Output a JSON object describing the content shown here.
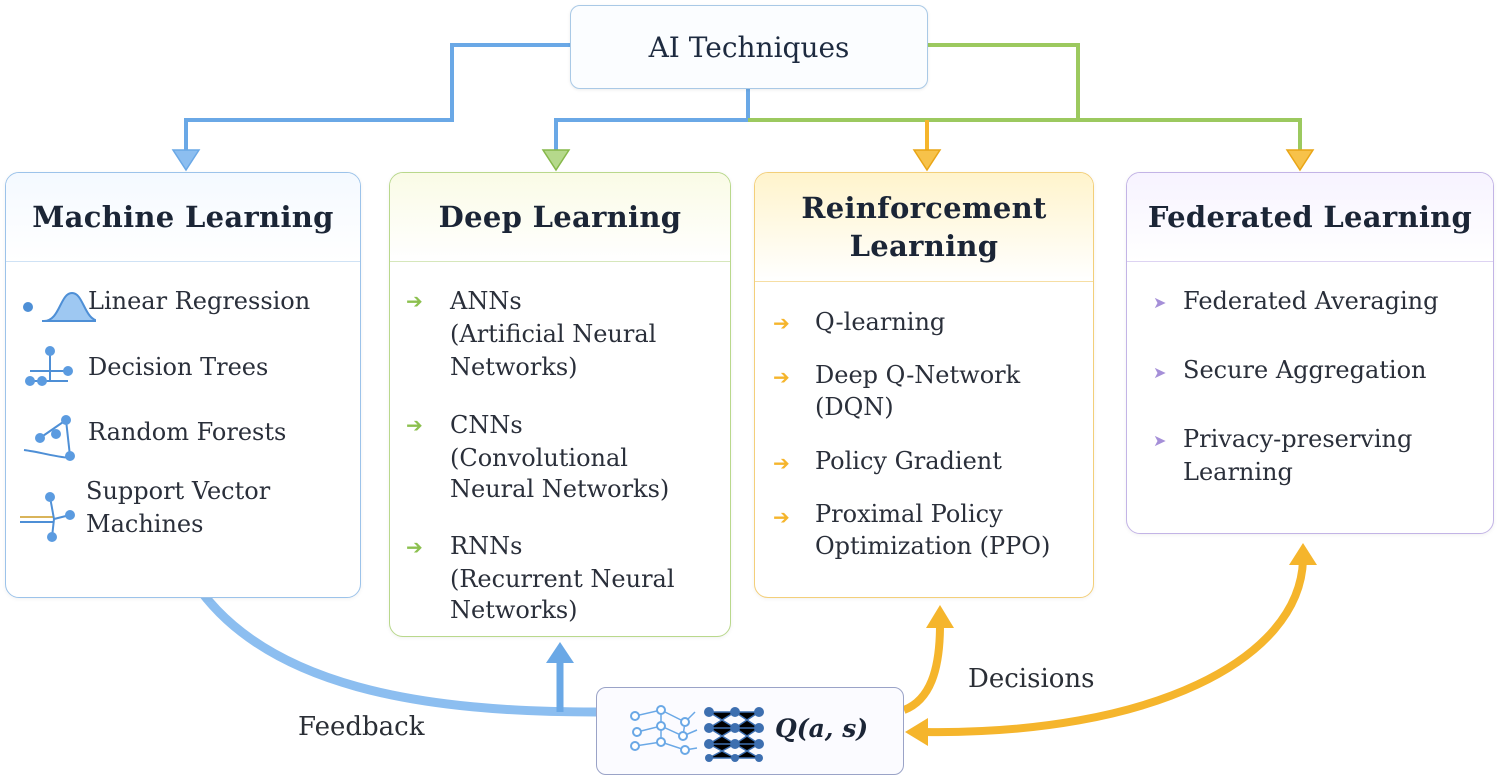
{
  "root": {
    "title": "AI Techniques"
  },
  "columns": [
    {
      "title": "Machine Learning",
      "items": [
        "Linear Regression",
        "Decision Trees",
        "Random Forests",
        "Support Vector",
        "Machines"
      ]
    },
    {
      "title": "Deep Learning",
      "items": [
        [
          "ANNs",
          "(Artificial Neural",
          "Networks)"
        ],
        [
          "CNNs",
          "(Convolutional",
          "Neural Networks)"
        ],
        [
          "RNNs",
          "(Recurrent Neural",
          "Networks)"
        ]
      ]
    },
    {
      "title_lines": [
        "Reinforcement",
        "Learning"
      ],
      "items": [
        [
          "Q-learning"
        ],
        [
          "Deep Q-Network",
          "(DQN)"
        ],
        [
          "Policy Gradient"
        ],
        [
          "Proximal Policy",
          "Optimization (PPO)"
        ]
      ]
    },
    {
      "title": "Federated Learning",
      "items": [
        [
          "Federated Averaging"
        ],
        [
          "Secure Aggregation"
        ],
        [
          "Privacy-preserving",
          "Learning"
        ]
      ]
    }
  ],
  "labels": {
    "feedback": "Feedback",
    "decisions": "Decisions"
  },
  "q_function": {
    "label": "Q(a, s)"
  },
  "colors": {
    "blue": "#6aa8e6",
    "green": "#9cc95f",
    "orange": "#f5b52c",
    "purple": "#a58fd8"
  }
}
